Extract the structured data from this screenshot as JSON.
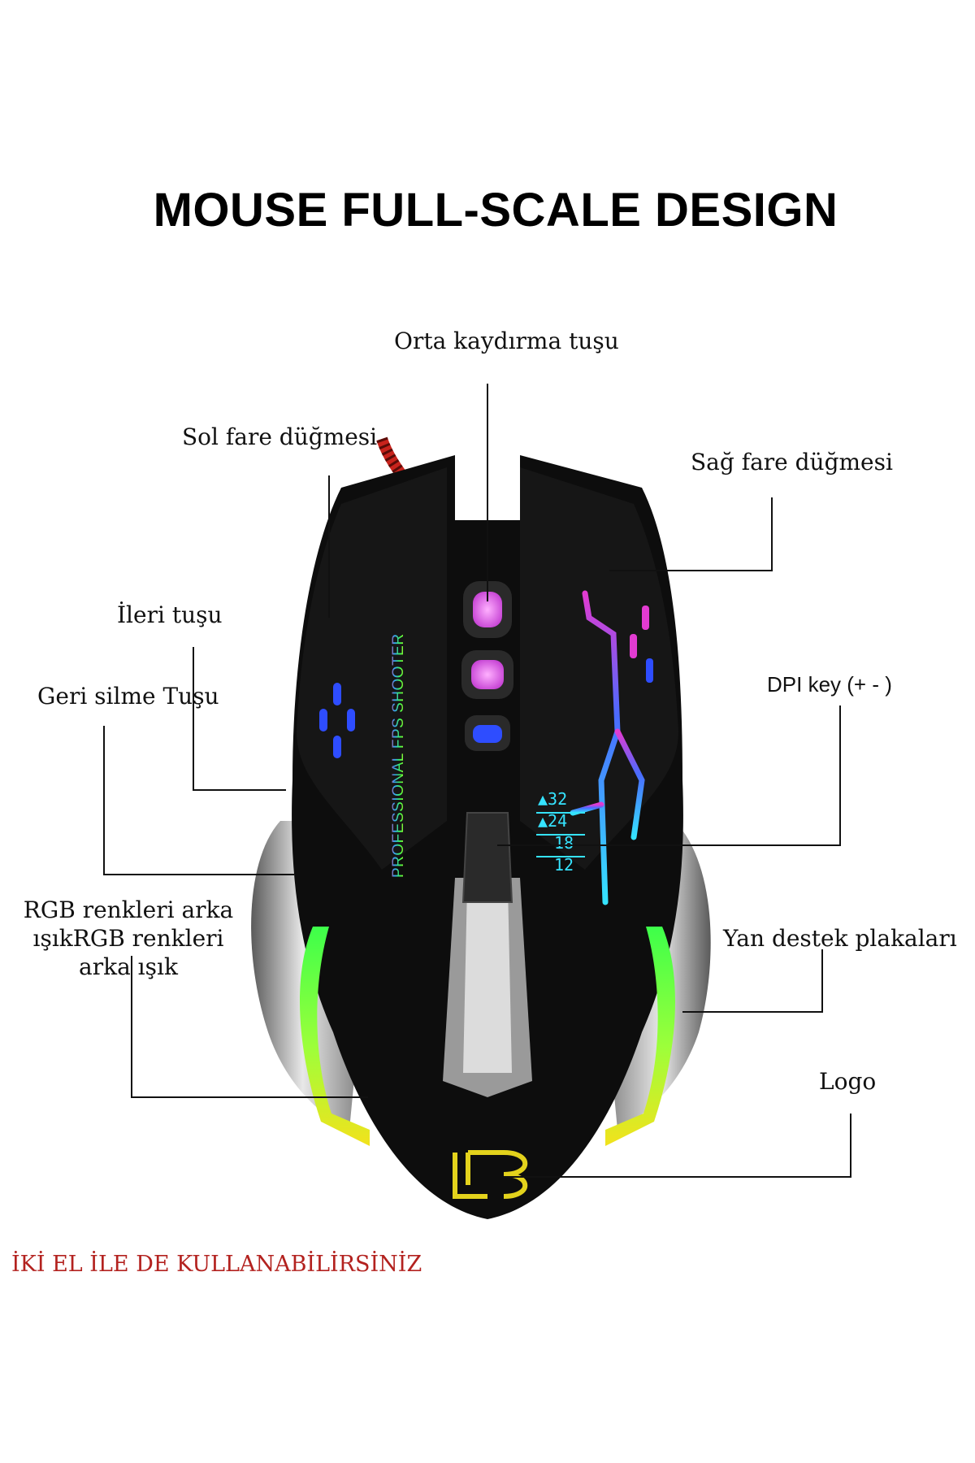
{
  "title": "MOUSE FULL-SCALE DESIGN",
  "labels": {
    "middle_scroll": "Orta kaydırma tuşu",
    "left_button": "Sol fare düğmesi",
    "right_button": "Sağ fare düğmesi",
    "forward": "İleri tuşu",
    "back": "Geri silme Tuşu",
    "dpi_key": "DPI key (+ - )",
    "rgb_back_light": "RGB renkleri arka ışıkRGB renkleri arka ışık",
    "side_plates": "Yan destek plakaları",
    "logo": "Logo"
  },
  "mouse_print": {
    "side_text": "PROFESSIONAL FPS SHOOTER",
    "dpi_levels": [
      "▲32",
      "▲24",
      "18",
      "12"
    ]
  },
  "bottom_note": "İKİ EL İLE DE KULLANABİLİRSİNİZ",
  "colors": {
    "body": "#0d0d0d",
    "silver": "#c9c9c9",
    "green_glow": "#3dff4a",
    "yellow_glow": "#f2e21c",
    "magenta": "#e23bd1",
    "blue_led": "#2e4dff",
    "cyan": "#35e3ff",
    "cable_red": "#c8231c",
    "note_red": "#b3221f"
  }
}
